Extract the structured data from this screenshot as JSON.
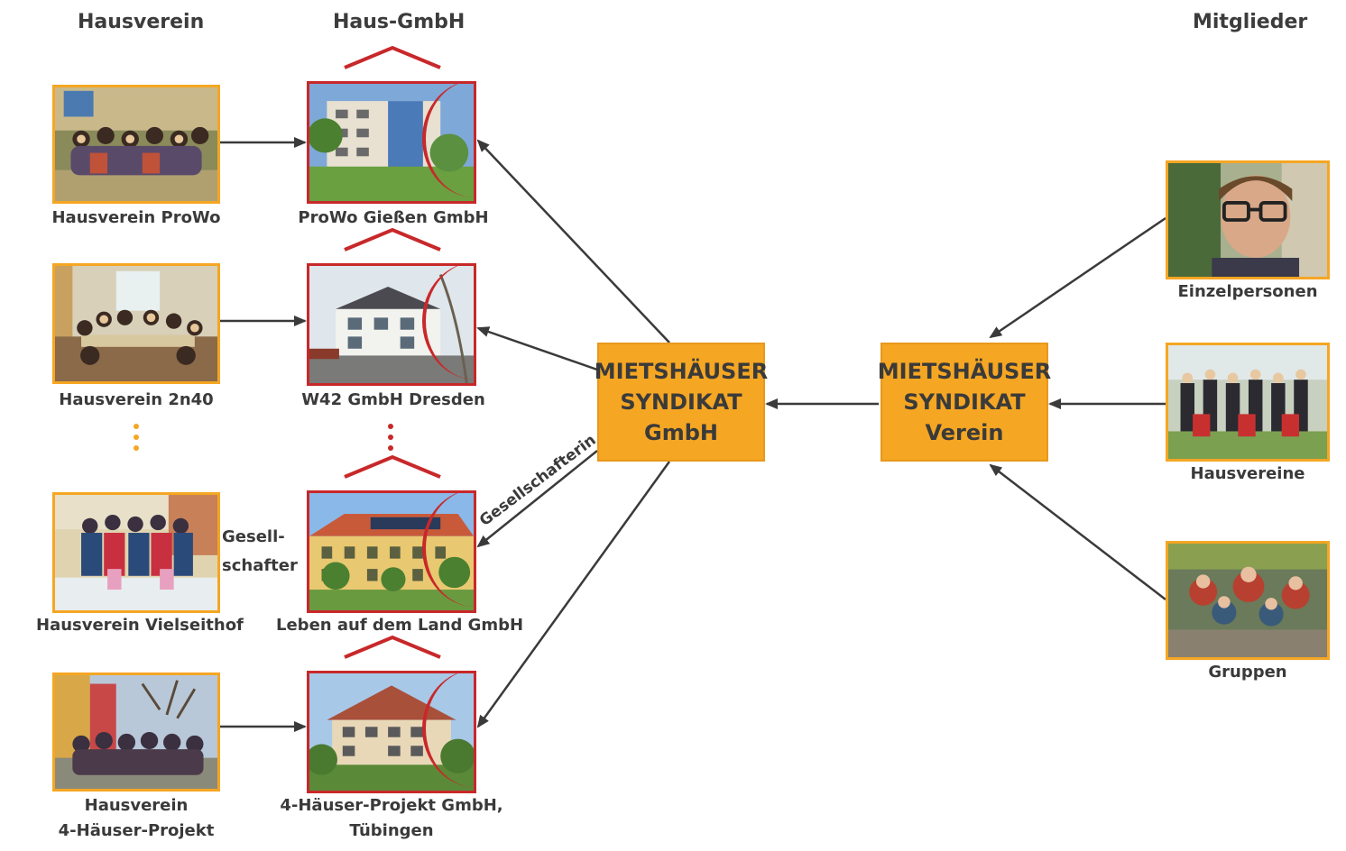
{
  "headings": {
    "hausverein": "Hausverein",
    "haus_gmbh": "Haus-GmbH",
    "mitglieder": "Mitglieder"
  },
  "rows": [
    {
      "verein": "Hausverein ProWo",
      "gmbh": "ProWo Gießen GmbH"
    },
    {
      "verein": "Hausverein 2n40",
      "gmbh": "W42 GmbH Dresden"
    },
    {
      "verein": "Hausverein Vielseithof",
      "gmbh": "Leben auf dem Land GmbH"
    },
    {
      "verein_line1": "Hausverein",
      "verein_line2": "4-Häuser-Projekt",
      "gmbh_line1": "4-Häuser-Projekt GmbH,",
      "gmbh_line2": "Tübingen"
    }
  ],
  "gesellschafter_label_1": "Gesell-",
  "gesellschafter_label_2": "schafter",
  "gesellschafterin_label": "Gesellschafterin",
  "syndikat_gmbh": {
    "line1": "MIETSHÄUSER",
    "line2": "SYNDIKAT",
    "line3": "GmbH"
  },
  "syndikat_verein": {
    "line1": "MIETSHÄUSER",
    "line2": "SYNDIKAT",
    "line3": "Verein"
  },
  "members": [
    "Einzelpersonen",
    "Hausvereine",
    "Gruppen"
  ],
  "colors": {
    "orange": "#f5a623",
    "red": "#c8282a",
    "arrow": "#3a3a3a",
    "dots_orange": "#f5a623",
    "dots_red": "#c8282a"
  }
}
